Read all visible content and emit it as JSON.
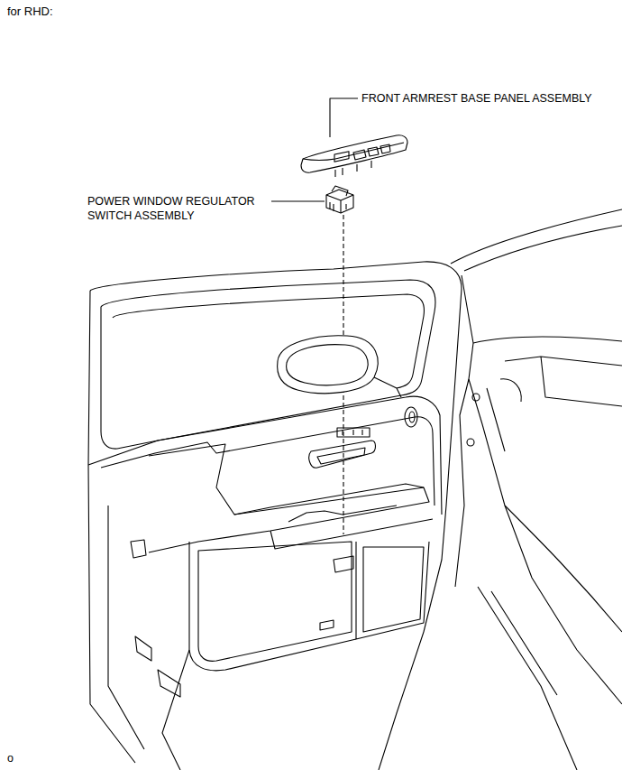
{
  "diagram": {
    "title": "for RHD:",
    "labels": [
      "FRONT ARMREST BASE PANEL ASSEMBLY",
      "POWER WINDOW REGULATOR SWITCH ASSEMBLY",
      "o"
    ]
  }
}
